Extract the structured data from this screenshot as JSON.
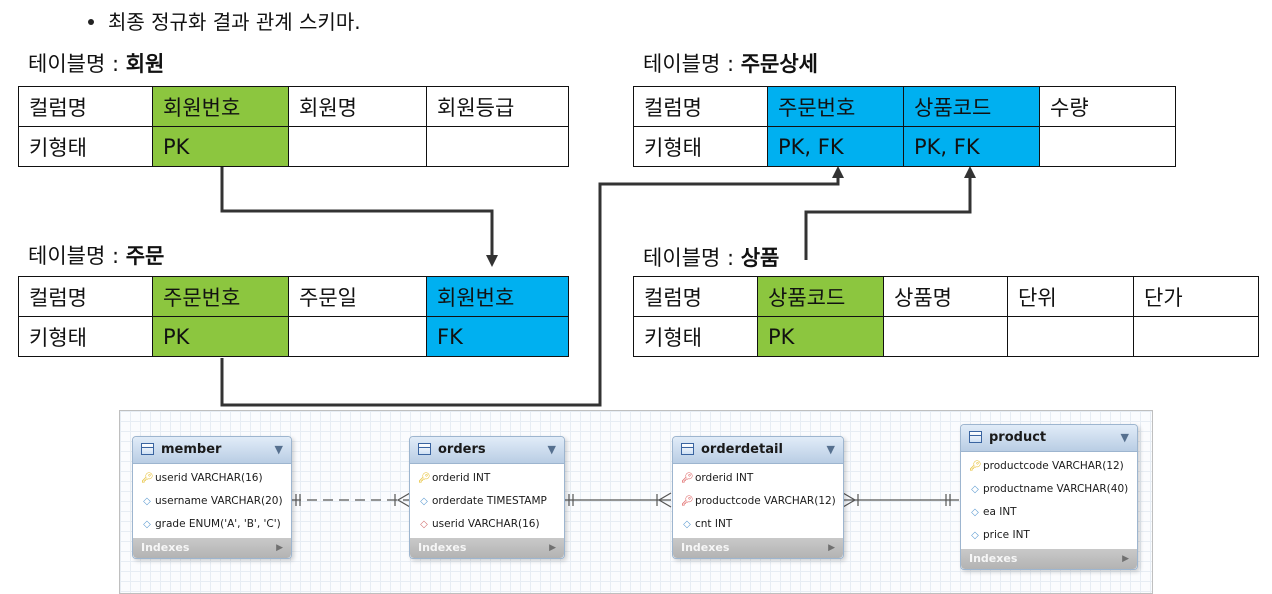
{
  "bullet": "최종 정규화 결과 관계 스키마.",
  "label_prefix": "테이블명 : ",
  "row_labels": {
    "column": "컬럼명",
    "key": "키형태"
  },
  "colors": {
    "pk": "#8cc63f",
    "fk": "#00b0f0",
    "border": "#111111"
  },
  "tables": {
    "member": {
      "name": "회원",
      "columns": [
        "회원번호",
        "회원명",
        "회원등급"
      ],
      "keys": [
        "PK",
        "",
        ""
      ]
    },
    "order": {
      "name": "주문",
      "columns": [
        "주문번호",
        "주문일",
        "회원번호"
      ],
      "keys": [
        "PK",
        "",
        "FK"
      ]
    },
    "orderdetail": {
      "name": "주문상세",
      "columns": [
        "주문번호",
        "상품코드",
        "수량"
      ],
      "keys": [
        "PK, FK",
        "PK, FK",
        ""
      ]
    },
    "product": {
      "name": "상품",
      "columns": [
        "상품코드",
        "상품명",
        "단위",
        "단가"
      ],
      "keys": [
        "PK",
        "",
        "",
        ""
      ]
    }
  },
  "erd": {
    "member": {
      "title": "member",
      "columns": [
        "userid VARCHAR(16)",
        "username VARCHAR(20)",
        "grade ENUM('A', 'B', 'C')"
      ],
      "indexes": "Indexes"
    },
    "orders": {
      "title": "orders",
      "columns": [
        "orderid INT",
        "orderdate TIMESTAMP",
        "userid VARCHAR(16)"
      ],
      "indexes": "Indexes"
    },
    "orderdetail": {
      "title": "orderdetail",
      "columns": [
        "orderid INT",
        "productcode VARCHAR(12)",
        "cnt INT"
      ],
      "indexes": "Indexes"
    },
    "product": {
      "title": "product",
      "columns": [
        "productcode VARCHAR(12)",
        "productname VARCHAR(40)",
        "ea INT",
        "price INT"
      ],
      "indexes": "Indexes"
    }
  }
}
